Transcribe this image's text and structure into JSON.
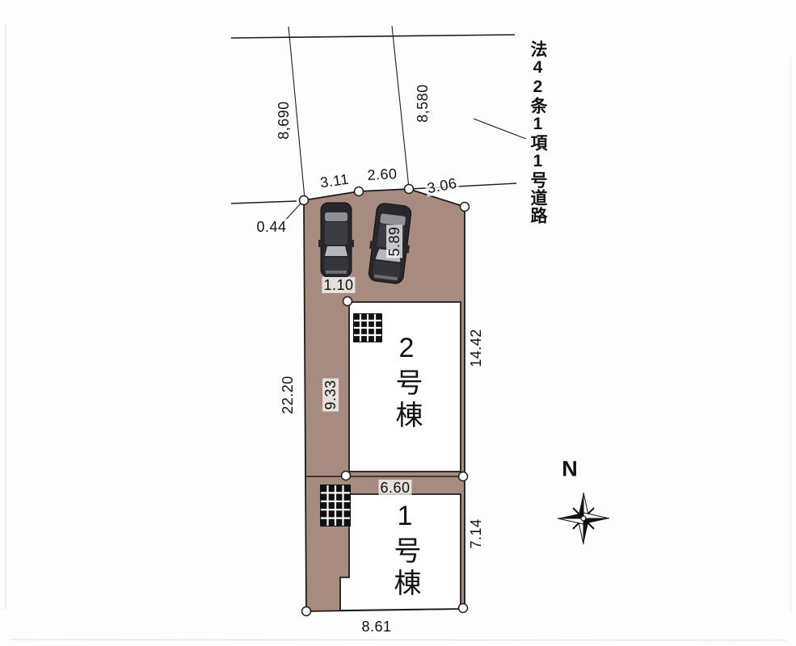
{
  "site_plan": {
    "road_label": "法42条1項1号道路",
    "north_label": "N",
    "buildings": [
      {
        "label": "2号棟"
      },
      {
        "label": "1号棟"
      }
    ],
    "dimensions": {
      "road_width_left": "8,690",
      "road_width_right": "8,580",
      "frontage_seg1": "3.11",
      "frontage_seg2": "2.60",
      "frontage_seg3": "3.06",
      "corner_offset": "0.44",
      "parking_depth": "5.89",
      "setback_gap": "1.10",
      "west_boundary": "22.20",
      "bldg2_depth": "9.33",
      "east_boundary_upper": "14.42",
      "bldg_frontage": "6.60",
      "east_boundary_lower": "7.14",
      "south_boundary": "8.61"
    },
    "colors": {
      "lot_fill": "#a88b80",
      "outline": "#1c1c1c",
      "building_fill": "#ffffff"
    }
  }
}
